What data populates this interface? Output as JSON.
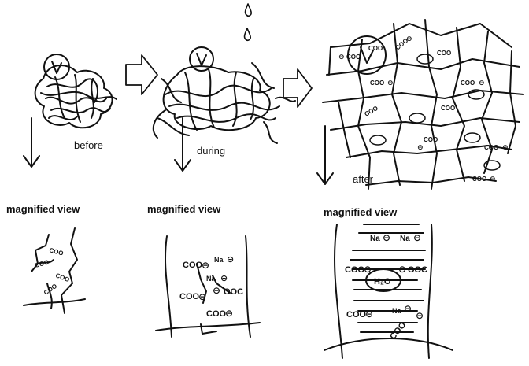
{
  "stages": {
    "before": "before",
    "during": "during",
    "after": "after"
  },
  "magnified": {
    "before": "magnified view",
    "during": "magnified view",
    "after": "magnified view"
  },
  "chem": {
    "coo": "COO",
    "ooc": "OOC",
    "na": "Na",
    "h2o": "H₂O",
    "minus": "⊖"
  },
  "colors": {
    "ink": "#111111",
    "background": "#ffffff"
  }
}
